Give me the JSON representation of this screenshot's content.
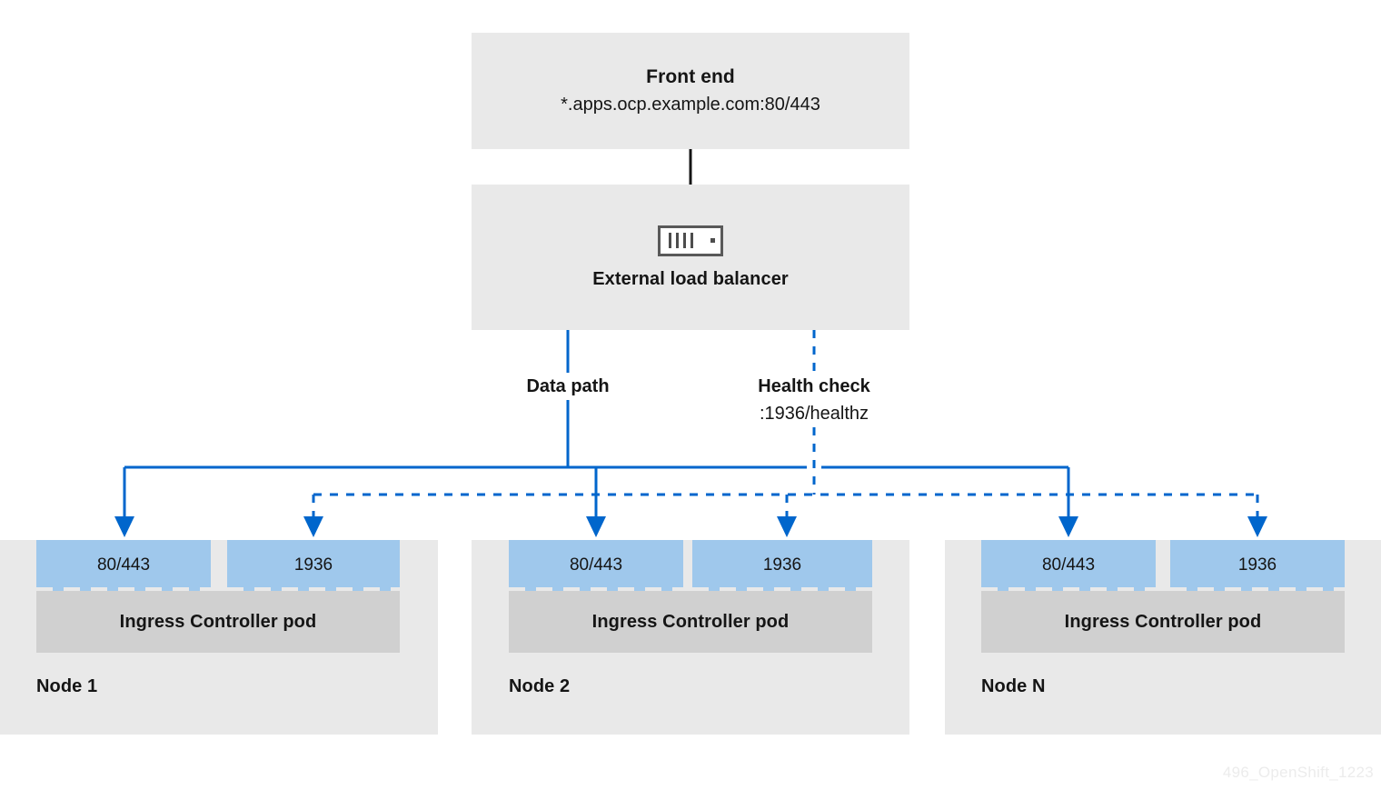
{
  "diagram": {
    "frontend": {
      "title": "Front end",
      "subtitle": "*.apps.ocp.example.com:80/443"
    },
    "load_balancer": {
      "label": "External load balancer",
      "icon": "server-rack-icon"
    },
    "connectors": {
      "data_path": {
        "label": "Data path",
        "style": "solid",
        "color": "#0066cc"
      },
      "health_check": {
        "label": "Health check",
        "port_path": ":1936/healthz",
        "style": "dashed",
        "color": "#0066cc"
      },
      "elb_to_frontend": {
        "style": "solid",
        "color": "#151515"
      }
    },
    "nodes": [
      {
        "name": "Node 1",
        "pod": "Ingress Controller pod",
        "ports": [
          "80/443",
          "1936"
        ]
      },
      {
        "name": "Node 2",
        "pod": "Ingress Controller pod",
        "ports": [
          "80/443",
          "1936"
        ]
      },
      {
        "name": "Node N",
        "pod": "Ingress Controller pod",
        "ports": [
          "80/443",
          "1936"
        ]
      }
    ],
    "watermark": "496_OpenShift_1223",
    "colors": {
      "panel_gray": "#e9e9e9",
      "pod_gray": "#d0d0d0",
      "port_blue": "#9fc8ec",
      "wire_blue": "#0066cc",
      "text": "#151515"
    }
  }
}
